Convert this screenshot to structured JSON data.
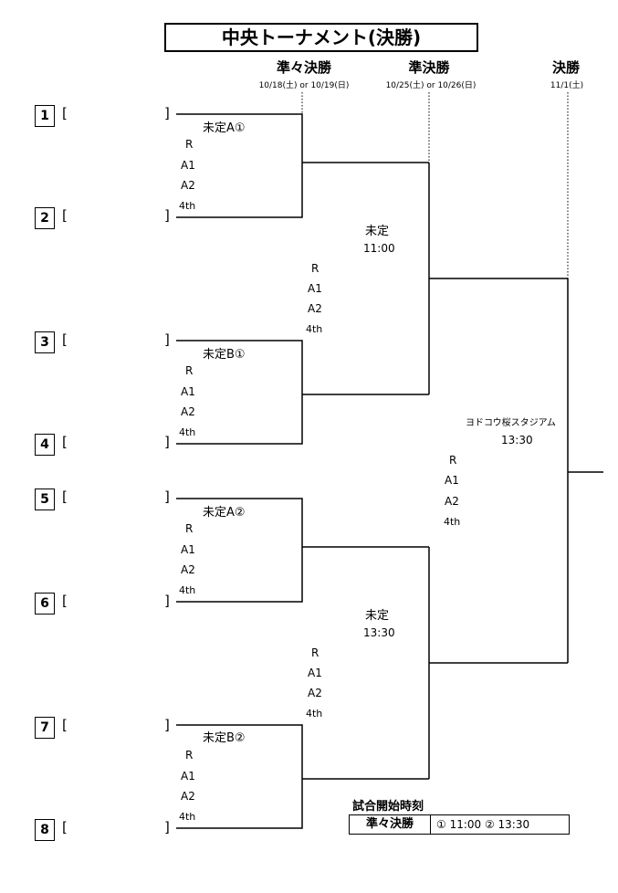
{
  "title": "中央トーナメント(決勝)",
  "rounds": {
    "qf": {
      "label": "準々決勝",
      "date": "10/18(土) or 10/19(日)"
    },
    "sf": {
      "label": "準決勝",
      "date": "10/25(土) or 10/26(日)"
    },
    "final": {
      "label": "決勝",
      "date": "11/1(土)"
    }
  },
  "seeds": [
    "1",
    "2",
    "3",
    "4",
    "5",
    "6",
    "7",
    "8"
  ],
  "bracket_left": "[",
  "bracket_right": "]",
  "qf_matches": [
    {
      "slot": "未定A①",
      "codes": [
        "R",
        "A1",
        "A2",
        "4th"
      ]
    },
    {
      "slot": "未定B①",
      "codes": [
        "R",
        "A1",
        "A2",
        "4th"
      ]
    },
    {
      "slot": "未定A②",
      "codes": [
        "R",
        "A1",
        "A2",
        "4th"
      ]
    },
    {
      "slot": "未定B②",
      "codes": [
        "R",
        "A1",
        "A2",
        "4th"
      ]
    }
  ],
  "sf_matches": [
    {
      "venue": "未定",
      "time": "11:00",
      "codes": [
        "R",
        "A1",
        "A2",
        "4th"
      ]
    },
    {
      "venue": "未定",
      "time": "13:30",
      "codes": [
        "R",
        "A1",
        "A2",
        "4th"
      ]
    }
  ],
  "final_match": {
    "venue": "ヨドコウ桜スタジアム",
    "time": "13:30",
    "codes": [
      "R",
      "A1",
      "A2",
      "4th"
    ]
  },
  "schedule": {
    "label": "試合開始時刻",
    "round": "準々決勝",
    "times": "①  11:00   ②  13:30"
  }
}
